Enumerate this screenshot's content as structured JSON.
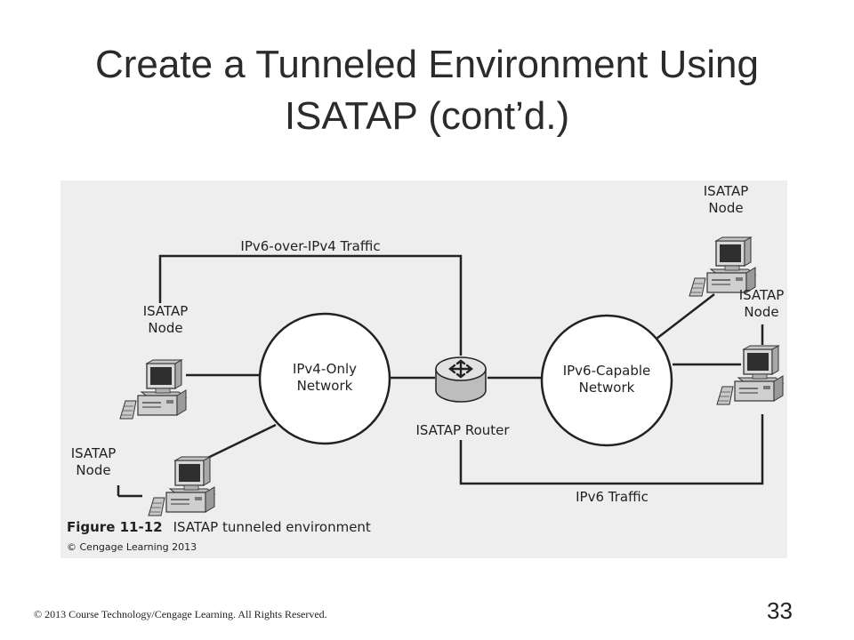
{
  "slide": {
    "title_line1": "Create a Tunneled Environment Using",
    "title_line2": "ISATAP (cont’d.)",
    "page_number": "33",
    "footer": "© 2013 Course Technology/Cengage Learning. All Rights Reserved."
  },
  "figure": {
    "nodes": {
      "ipv4_network": [
        "IPv4-Only",
        "Network"
      ],
      "ipv6_network": [
        "IPv6-Capable",
        "Network"
      ],
      "router": "ISATAP Router",
      "left_node": [
        "ISATAP",
        "Node"
      ],
      "bottom_left_node": [
        "ISATAP",
        "Node"
      ],
      "top_right_node": [
        "ISATAP",
        "Node"
      ],
      "right_node": [
        "ISATAP",
        "Node"
      ]
    },
    "edges": {
      "tunnel_label": "IPv6-over-IPv4 Traffic",
      "native_label": "IPv6 Traffic"
    },
    "caption_number": "Figure 11-12",
    "caption_text": "ISATAP tunneled environment",
    "credit": "© Cengage Learning 2013"
  }
}
